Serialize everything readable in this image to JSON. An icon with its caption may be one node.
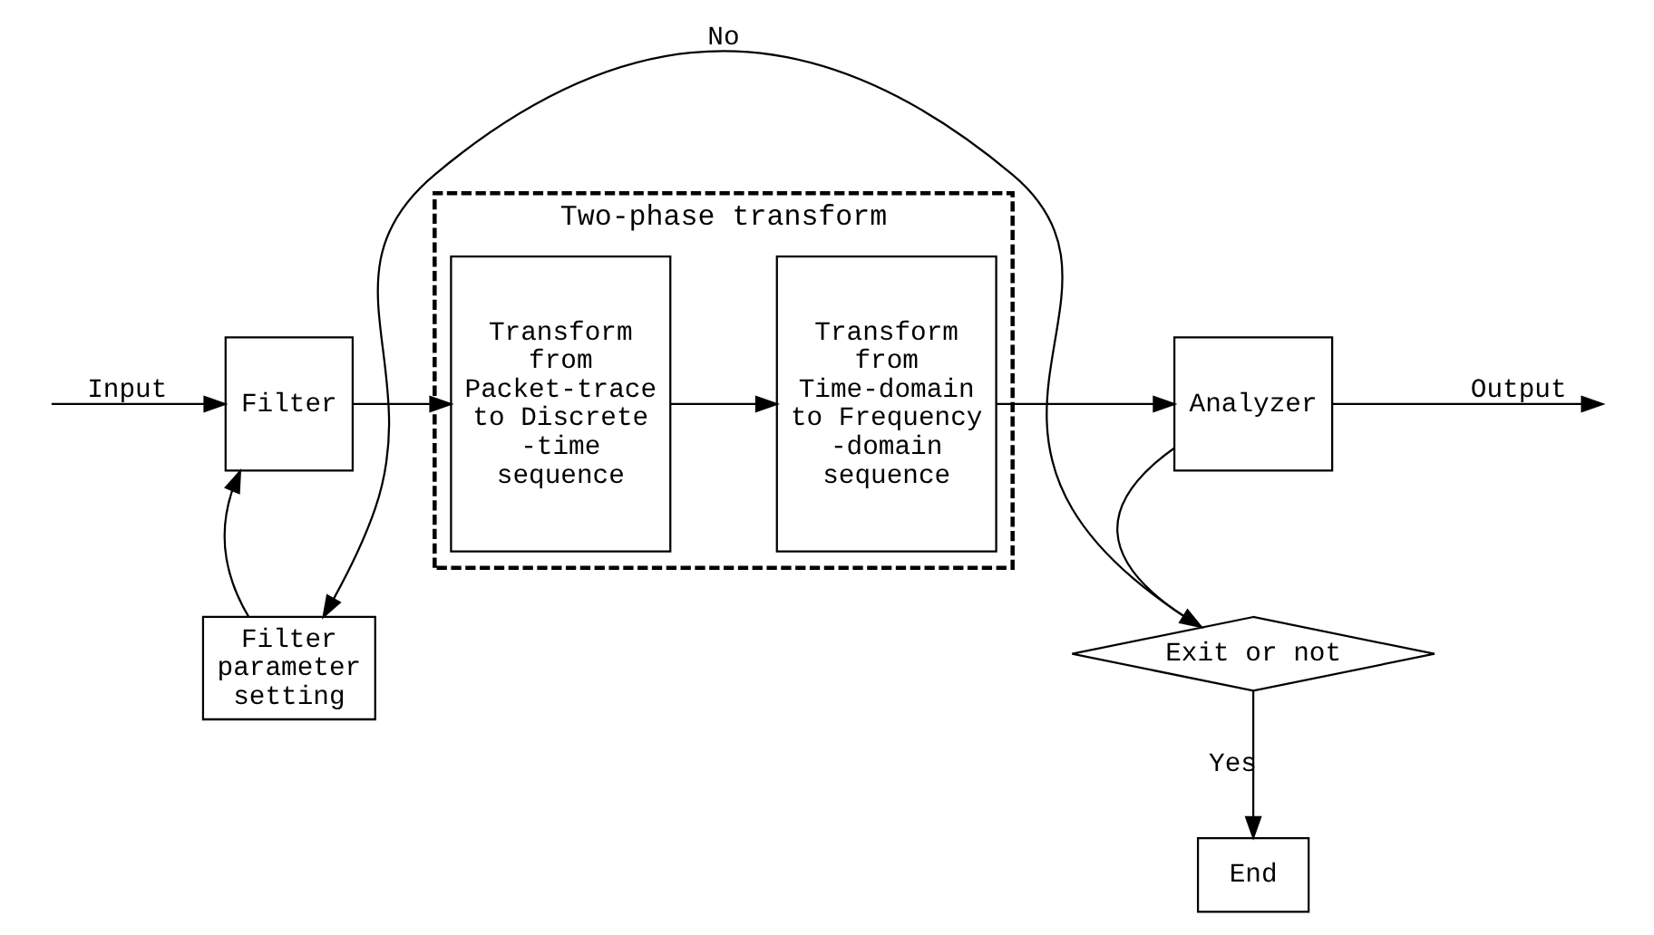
{
  "diagram": {
    "nodes": [
      {
        "text": [
          "Two-phase transform"
        ]
      },
      {
        "text": [
          "Filter"
        ]
      },
      {
        "text": [
          "Transform from Packet-trace to Discrete -time sequence"
        ],
        "in": 0
      },
      {
        "text": [
          "Transform from Time-domain to Frequency -domain sequence"
        ],
        "in": 0
      },
      {
        "text": [
          "Analyzer"
        ]
      },
      {
        "text": [
          "Exit or not"
        ]
      },
      {
        "text": [
          "Filter parameter setting"
        ]
      },
      {
        "text": [
          "End"
        ]
      }
    ],
    "edges": [
      {
        "from": null,
        "to": 1,
        "arrow": "to",
        "label": "Input"
      },
      {
        "from": 1,
        "to": 2,
        "arrow": "to"
      },
      {
        "from": 2,
        "to": 3,
        "arrow": "to"
      },
      {
        "from": 3,
        "to": 4,
        "arrow": "to"
      },
      {
        "from": 4,
        "to": null,
        "arrow": "to",
        "label": "Output"
      },
      {
        "from": 4,
        "to": 5,
        "arrow": "to"
      },
      {
        "from": 5,
        "to": 6,
        "arrow": "to",
        "label": "No"
      },
      {
        "from": 6,
        "to": 1,
        "arrow": "to"
      },
      {
        "from": 5,
        "to": 7,
        "arrow": "to",
        "label": "Yes"
      }
    ]
  }
}
